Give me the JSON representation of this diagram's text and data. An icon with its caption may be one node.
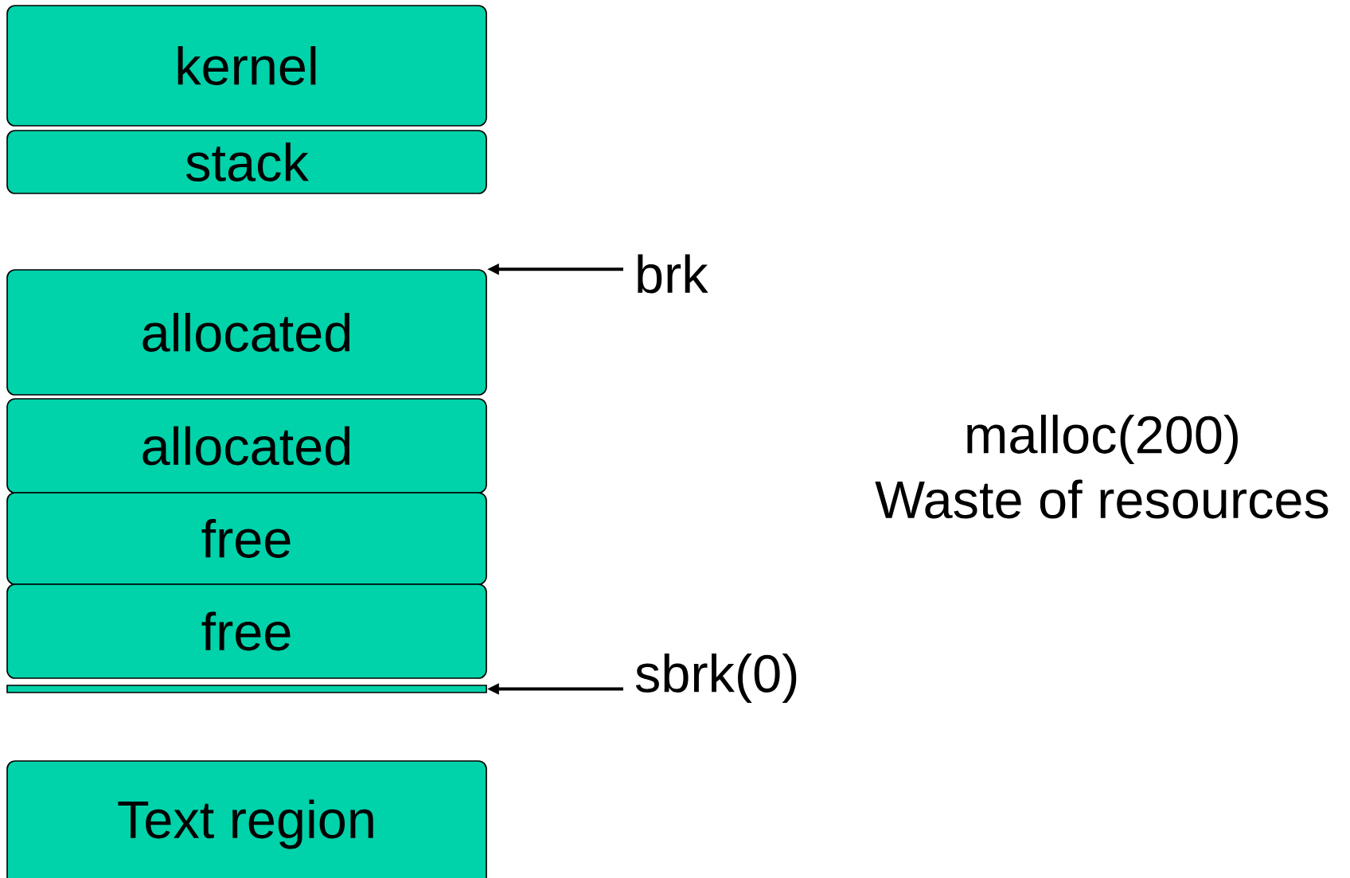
{
  "diagram": {
    "nodes": [
      {
        "text": [
          "kernel"
        ]
      },
      {
        "text": [
          "stack"
        ]
      },
      {
        "text": [
          "allocated"
        ]
      },
      {
        "text": [
          "allocated"
        ]
      },
      {
        "text": [
          "free"
        ]
      },
      {
        "text": [
          "free"
        ]
      },
      {
        "text": [],
        "shape": "bar"
      },
      {
        "text": [
          "Text region"
        ]
      },
      {
        "text": [
          "brk"
        ]
      },
      {
        "text": [
          "sbrk(0)"
        ]
      }
    ],
    "edges": [
      {
        "from": 8,
        "to": 2,
        "arrow": "to"
      },
      {
        "from": 9,
        "to": 6,
        "arrow": "to"
      }
    ],
    "labels": [
      "malloc(200)",
      "Waste of resources"
    ]
  }
}
